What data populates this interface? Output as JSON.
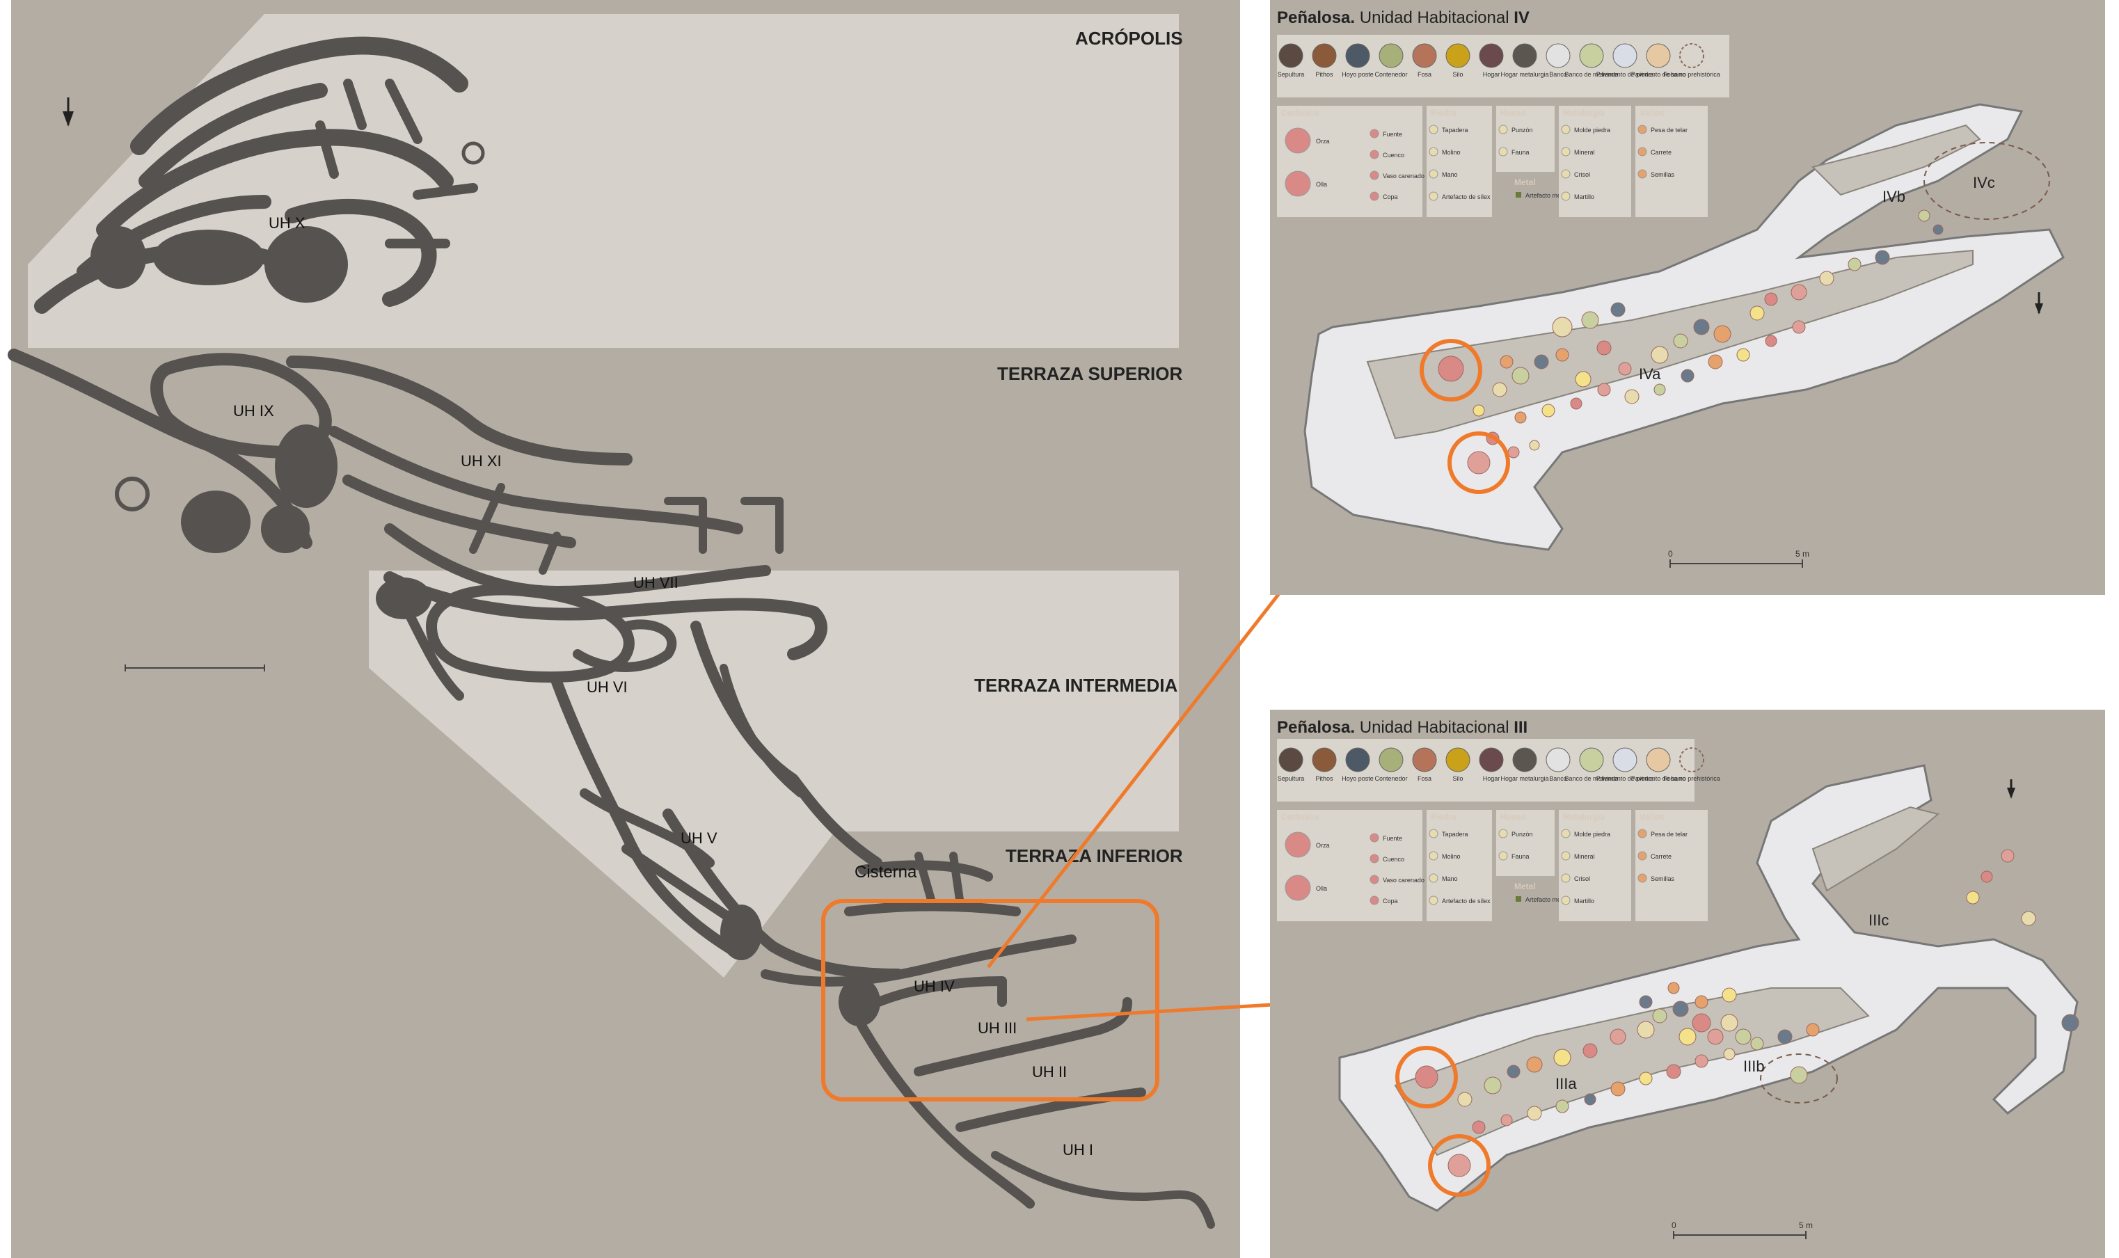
{
  "site_plan": {
    "zones": {
      "acropolis": "ACRÓPOLIS",
      "terraza_superior": "TERRAZA SUPERIOR",
      "terraza_intermedia": "TERRAZA INTERMEDIA",
      "terraza_inferior": "TERRAZA INFERIOR"
    },
    "units": [
      "UH X",
      "UH IX",
      "UH XI",
      "UH VII",
      "UH VI",
      "UH V",
      "Cisterna",
      "UH IV",
      "UH III",
      "UH II",
      "UH I"
    ]
  },
  "panel_iv": {
    "title_prefix": "Peñalosa.",
    "title_main": "Unidad Habitacional",
    "title_num": "IV",
    "rooms": [
      "IVa",
      "IVb",
      "IVc"
    ],
    "scale": {
      "start": "0",
      "end": "5 m"
    }
  },
  "panel_iii": {
    "title_prefix": "Peñalosa.",
    "title_main": "Unidad Habitacional",
    "title_num": "III",
    "rooms": [
      "IIIa",
      "IIIb",
      "IIIc"
    ],
    "scale": {
      "start": "0",
      "end": "5 m"
    }
  },
  "legend": {
    "symbols": [
      {
        "label": "Sepultura",
        "color": "#5a4a42"
      },
      {
        "label": "Pithos",
        "color": "#8a5a3a"
      },
      {
        "label": "Hoyo poste",
        "color": "#4d5a66"
      },
      {
        "label": "Contenedor",
        "color": "#a8b07a"
      },
      {
        "label": "Fosa",
        "color": "#b5735a"
      },
      {
        "label": "Silo",
        "color": "#c9a21a"
      },
      {
        "label": "Hogar",
        "color": "#6a4a4a"
      },
      {
        "label": "Hogar metalurgia",
        "color": "#5b5650"
      },
      {
        "label": "Banco",
        "color": "#e2e2e2"
      },
      {
        "label": "Banco de molienda",
        "color": "#c8d0a0"
      },
      {
        "label": "Pavimento de piedra",
        "color": "#d8dde6"
      },
      {
        "label": "Pavimento de barro",
        "color": "#e6c9a2"
      },
      {
        "label": "Fosa no prehistórica",
        "color": "none"
      }
    ],
    "groups": [
      {
        "title": "Cerámica",
        "items": [
          "Orza",
          "Olla",
          "Fuente",
          "Cuenco",
          "Vaso carenado",
          "Copa"
        ]
      },
      {
        "title": "Piedra",
        "items": [
          "Tapadera",
          "Molino",
          "Mano",
          "Artefacto de sílex"
        ]
      },
      {
        "title": "Hueso",
        "items": [
          "Punzón",
          "Fauna"
        ]
      },
      {
        "title": "Metal",
        "items": [
          "Artefacto metálico"
        ]
      },
      {
        "title": "Metalurgia",
        "items": [
          "Molde piedra",
          "Mineral",
          "Crisol",
          "Martillo"
        ]
      },
      {
        "title": "Varios",
        "items": [
          "Pesa de telar",
          "Carrete",
          "Semillas"
        ]
      }
    ]
  },
  "colors": {
    "background": "#b3ada3",
    "terrace_band": "#d6d1ca",
    "wall": "#55524f",
    "highlight": "#f07a2c",
    "panel_bg": "#b3ada3",
    "legend_bg": "#d9d4cc"
  }
}
